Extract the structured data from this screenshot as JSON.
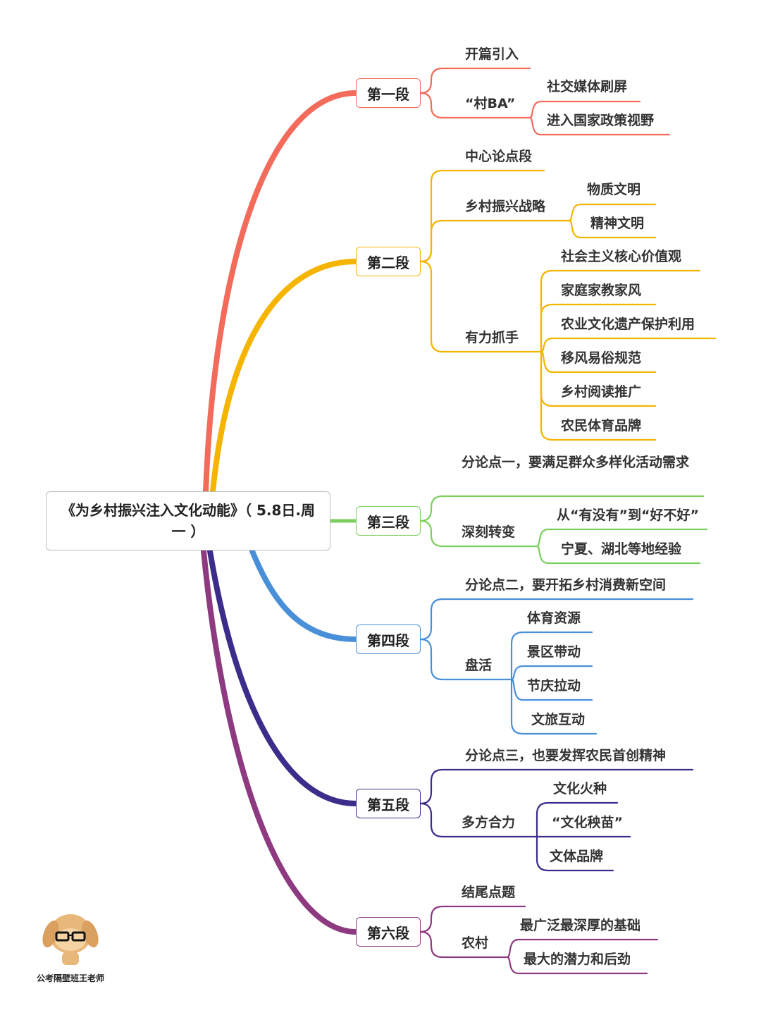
{
  "title": "《为乡村振兴注入文化动能》（ 5.8日.周一 ）",
  "sections": [
    {
      "label": "第一段",
      "color": "#f26b5b",
      "children": [
        {
          "label": "开篇引入",
          "children": []
        },
        {
          "label": "“村BA”",
          "children": [
            {
              "label": "社交媒体刷屏"
            },
            {
              "label": "进入国家政策视野"
            }
          ]
        }
      ]
    },
    {
      "label": "第二段",
      "color": "#f5b400",
      "children": [
        {
          "label": "中心论点段",
          "children": []
        },
        {
          "label": "乡村振兴战略",
          "children": [
            {
              "label": "物质文明"
            },
            {
              "label": "精神文明"
            }
          ]
        },
        {
          "label": "有力抓手",
          "children": [
            {
              "label": "社会主义核心价值观"
            },
            {
              "label": "家庭家教家风"
            },
            {
              "label": "农业文化遗产保护利用"
            },
            {
              "label": "移风易俗规范"
            },
            {
              "label": "乡村阅读推广"
            },
            {
              "label": "农民体育品牌"
            }
          ]
        }
      ]
    },
    {
      "label": "第三段",
      "color": "#7ccf5e",
      "children": [
        {
          "label": "分论点一，要满足群众多样化活动需求",
          "children": []
        },
        {
          "label": "深刻转变",
          "children": [
            {
              "label": "从“有没有”到“好不好”"
            },
            {
              "label": "宁夏、湖北等地经验"
            }
          ]
        }
      ]
    },
    {
      "label": "第四段",
      "color": "#4a90d9",
      "children": [
        {
          "label": "分论点二，要开拓乡村消费新空间",
          "children": []
        },
        {
          "label": "盘活",
          "children": [
            {
              "label": "体育资源"
            },
            {
              "label": "景区带动"
            },
            {
              "label": "节庆拉动"
            },
            {
              "label": "文旅互动"
            }
          ]
        }
      ]
    },
    {
      "label": "第五段",
      "color": "#3b2d8a",
      "children": [
        {
          "label": "分论点三，也要发挥农民首创精神",
          "children": []
        },
        {
          "label": "多方合力",
          "children": [
            {
              "label": "文化火种"
            },
            {
              "label": "“文化秧苗”"
            },
            {
              "label": "文体品牌"
            }
          ]
        }
      ]
    },
    {
      "label": "第六段",
      "color": "#8e3a80",
      "children": [
        {
          "label": "结尾点题",
          "children": []
        },
        {
          "label": "农村",
          "children": [
            {
              "label": "最广泛最深厚的基础"
            },
            {
              "label": "最大的潜力和后劲"
            }
          ]
        }
      ]
    }
  ],
  "watermark": "公考隔壁班王老师"
}
